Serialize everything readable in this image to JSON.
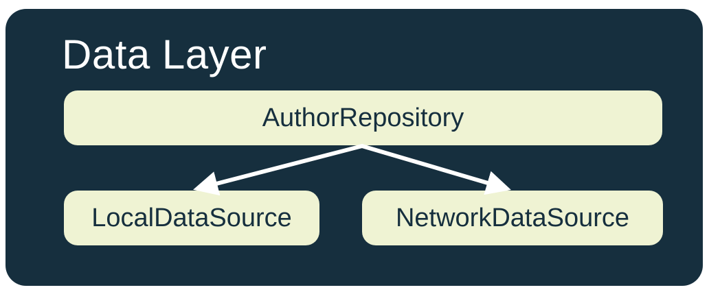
{
  "diagram": {
    "title": "Data Layer",
    "nodes": [
      {
        "id": "author-repository",
        "label": "AuthorRepository"
      },
      {
        "id": "local-data-source",
        "label": "LocalDataSource"
      },
      {
        "id": "network-data-source",
        "label": "NetworkDataSource"
      }
    ],
    "edges": [
      {
        "from": "AuthorRepository",
        "to": "LocalDataSource"
      },
      {
        "from": "AuthorRepository",
        "to": "NetworkDataSource"
      }
    ]
  },
  "colors": {
    "canvas_background": "#FFFFFF",
    "container_background": "#162F3E",
    "node_background": "#EFF3D3",
    "node_text": "#162F3E",
    "title_text": "#FFFFFF",
    "arrow": "#FFFFFF"
  }
}
